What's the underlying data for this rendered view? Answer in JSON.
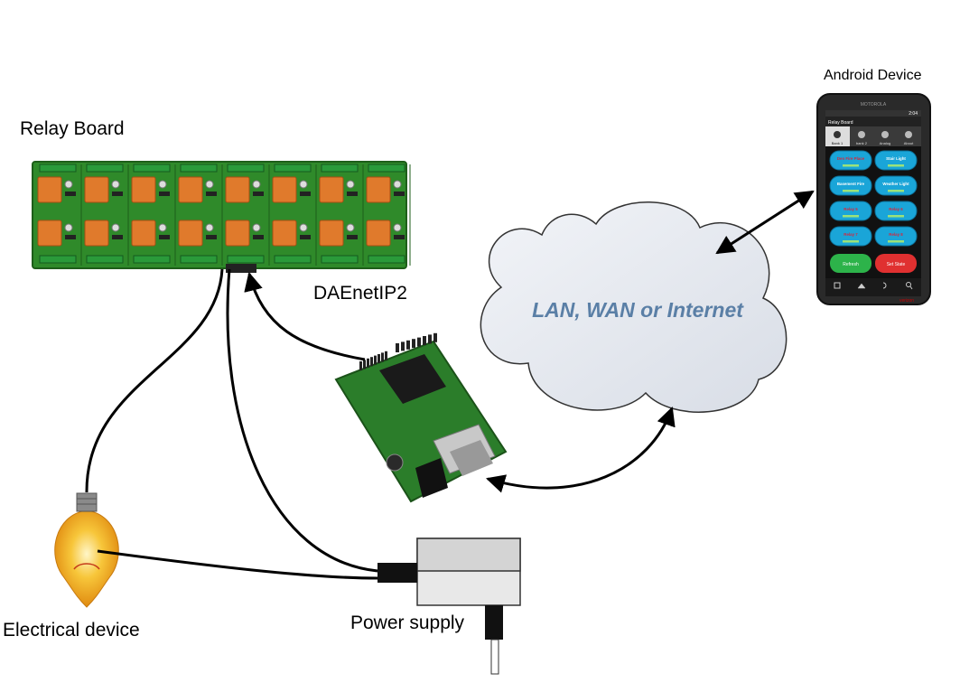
{
  "labels": {
    "relay_board": "Relay Board",
    "controller": "DAEnetIP2",
    "android_device": "Android Device",
    "network": "LAN, WAN or Internet",
    "electrical_device": "Electrical device",
    "power_supply": "Power supply"
  },
  "phone": {
    "brand": "MOTOROLA",
    "carrier": "verizon",
    "clock": "2:04",
    "app_title": "Relay Board",
    "tabs": [
      "Bank 1",
      "bank 2",
      "Analog",
      "About"
    ],
    "buttons": [
      "Den Fire Place",
      "Stair Light",
      "Basement Fire",
      "Weather Light",
      "Relay 5",
      "Relay 6",
      "Relay 7",
      "Relay 8"
    ],
    "refresh_label": "Refresh",
    "set_state_label": "Set State"
  },
  "colors": {
    "pcb_green": "#2f8a2a",
    "relay_orange": "#e07a2c",
    "cloud_fill": "#e4e8ee",
    "network_text": "#5a7fa6",
    "phone_button": "#1aa5d8",
    "refresh_green": "#2db34a",
    "set_state_red": "#e03030"
  }
}
